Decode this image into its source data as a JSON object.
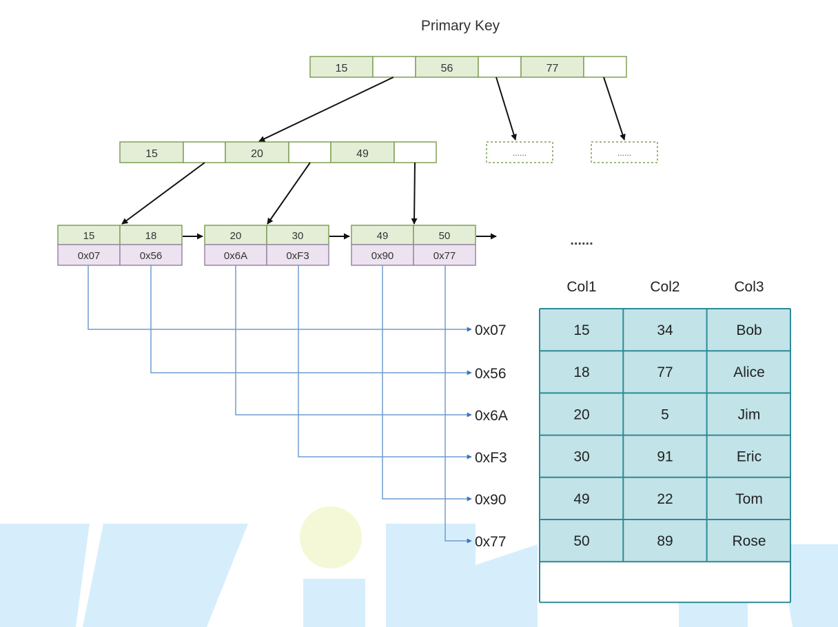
{
  "title": "Primary Key",
  "root_node": {
    "keys": [
      "15",
      "56",
      "77"
    ]
  },
  "child_placeholder": "......",
  "inner_node": {
    "keys": [
      "15",
      "20",
      "49"
    ]
  },
  "leaves": [
    {
      "keys": [
        "15",
        "18"
      ],
      "pointers": [
        "0x07",
        "0x56"
      ]
    },
    {
      "keys": [
        "20",
        "30"
      ],
      "pointers": [
        "0x6A",
        "0xF3"
      ]
    },
    {
      "keys": [
        "49",
        "50"
      ],
      "pointers": [
        "0x90",
        "0x77"
      ]
    }
  ],
  "leaf_continuation": "......",
  "addresses": [
    "0x07",
    "0x56",
    "0x6A",
    "0xF3",
    "0x90",
    "0x77"
  ],
  "table": {
    "headers": [
      "Col1",
      "Col2",
      "Col3"
    ],
    "rows": [
      [
        "15",
        "34",
        "Bob"
      ],
      [
        "18",
        "77",
        "Alice"
      ],
      [
        "20",
        "5",
        "Jim"
      ],
      [
        "30",
        "91",
        "Eric"
      ],
      [
        "49",
        "22",
        "Tom"
      ],
      [
        "50",
        "89",
        "Rose"
      ]
    ]
  },
  "colors": {
    "node_fill": "#e4eed7",
    "node_stroke": "#7f9f55",
    "pointer_fill": "#ece2f0",
    "pointer_stroke": "#9a86a6",
    "link_line": "#6f9cd0",
    "table_fill": "#c2e3e8",
    "table_stroke": "#2b8a94",
    "watermark_blue": "#d6eefc",
    "watermark_yellow": "#f4f8d6"
  }
}
